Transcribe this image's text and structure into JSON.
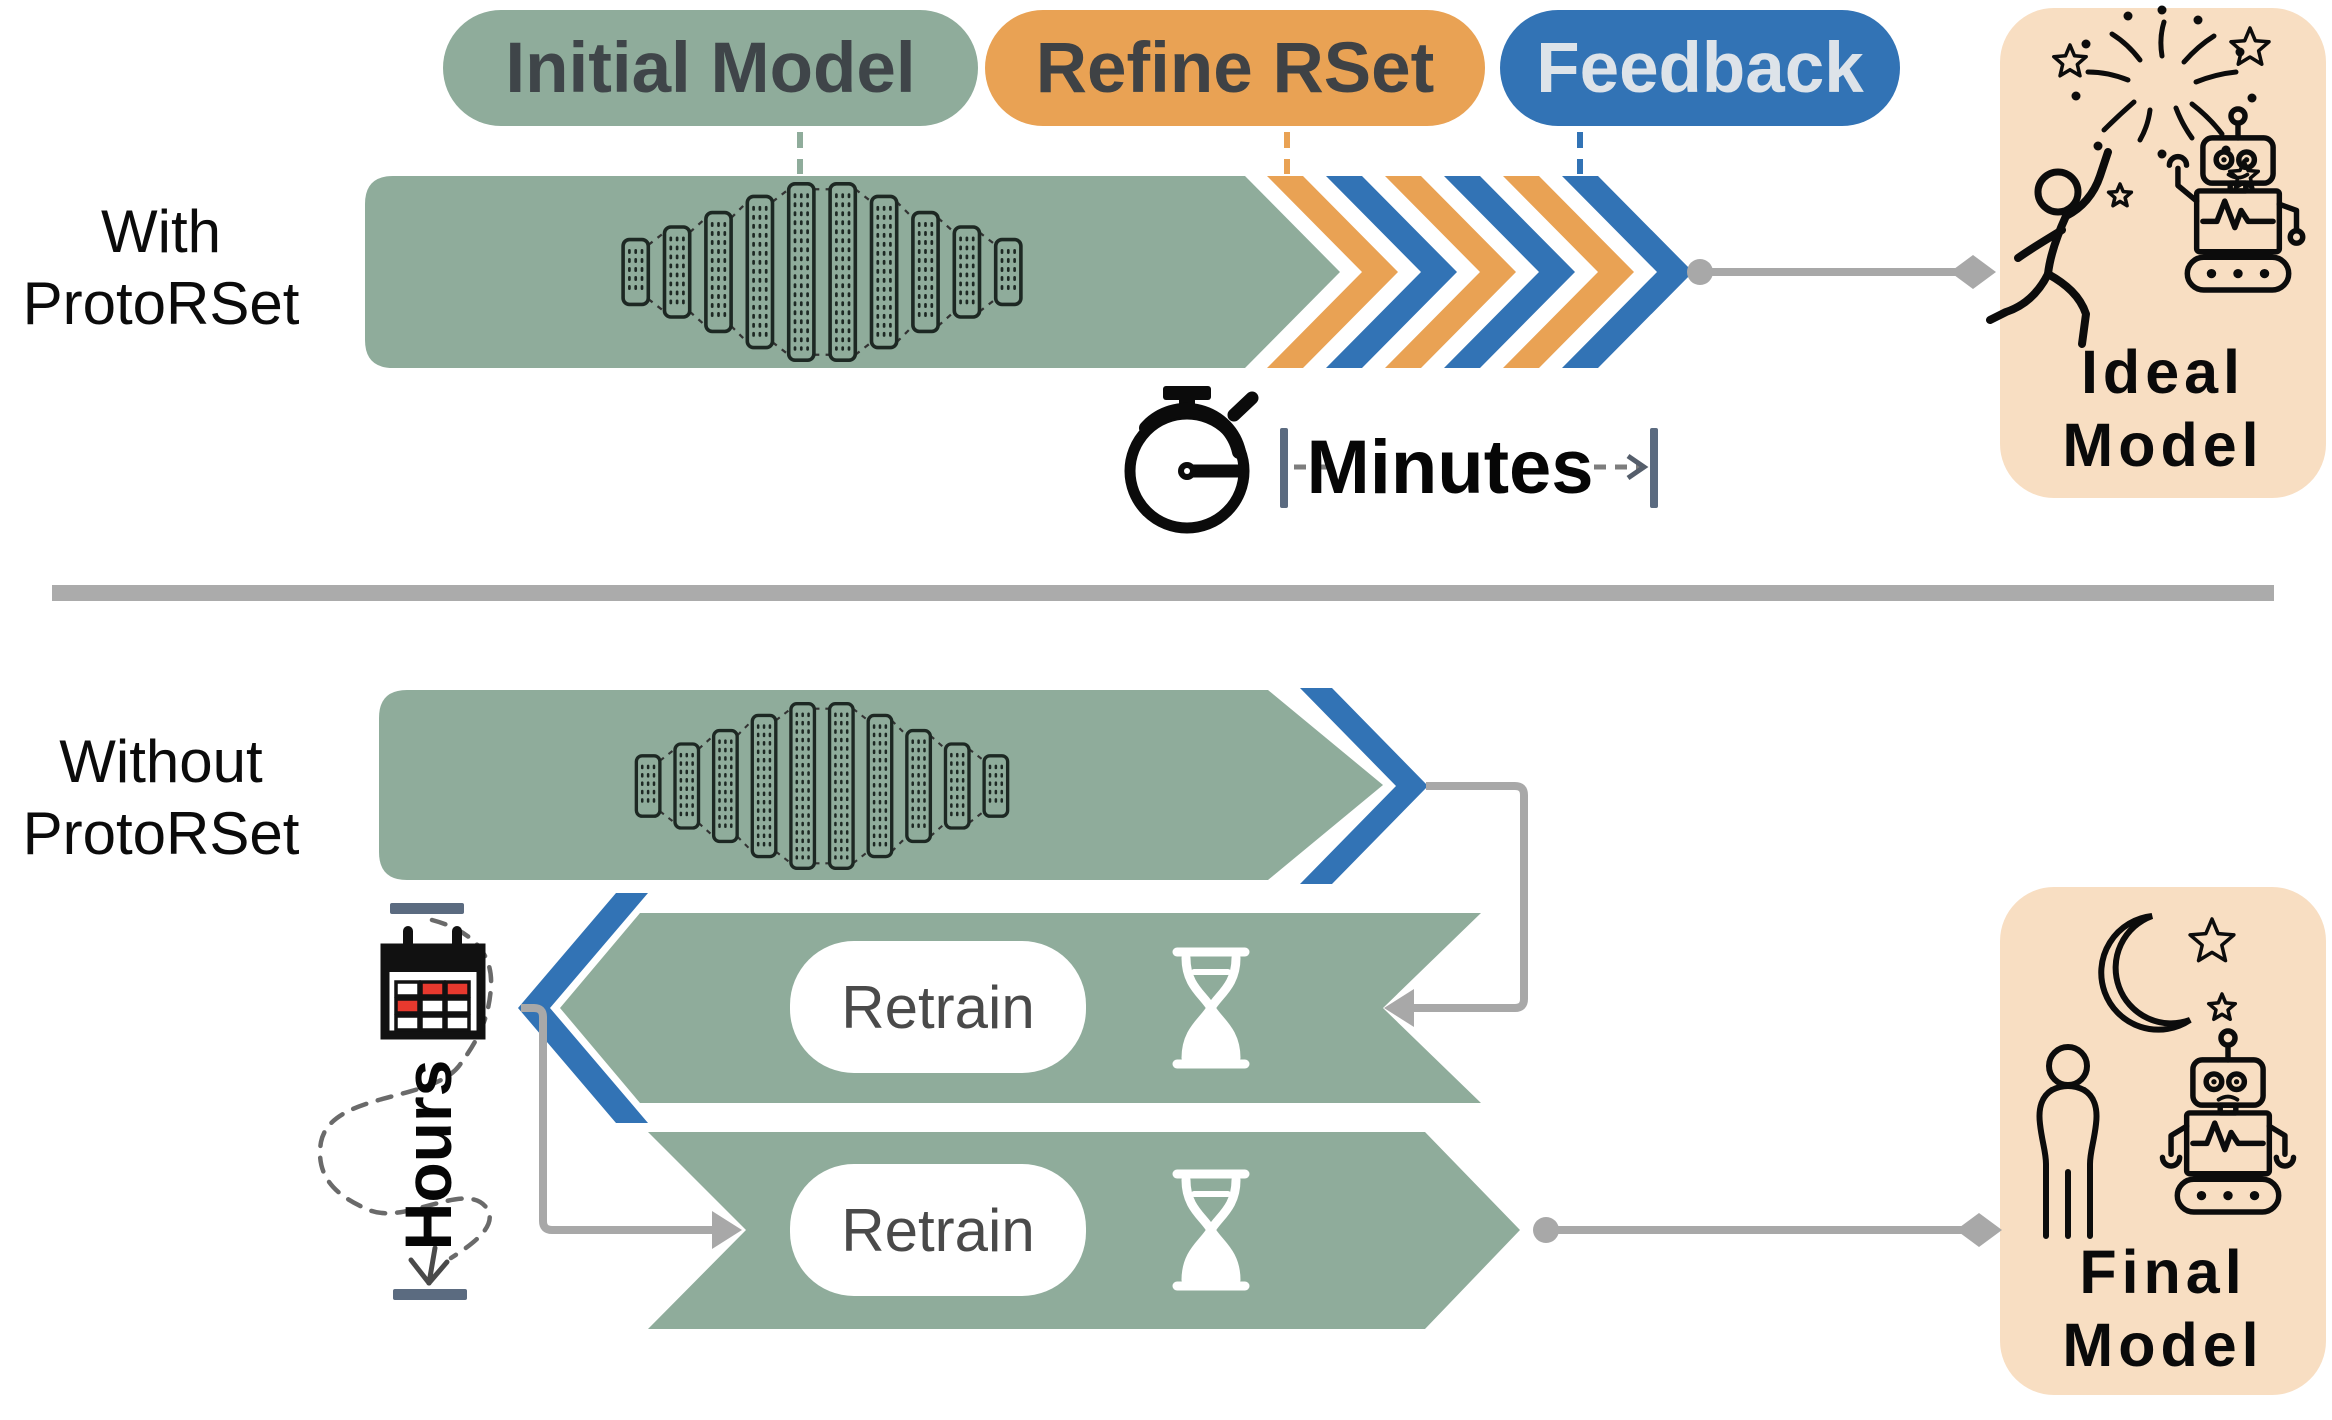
{
  "figure": {
    "type": "workflow-comparison-diagram",
    "divider": true
  },
  "pills": {
    "initial": "Initial Model",
    "refine": "Refine RSet",
    "feedback": "Feedback"
  },
  "row_with": {
    "line1": "With",
    "line2": "ProtoRSet",
    "duration": "Minutes",
    "result_line1": "Ideal",
    "result_line2": "Model"
  },
  "row_without": {
    "line1": "Without",
    "line2": "ProtoRSet",
    "duration": "Hours",
    "retrain": "Retrain",
    "result_line1": "Final",
    "result_line2": "Model"
  },
  "icons": [
    "neural-network-icon",
    "stopwatch-icon",
    "fireworks-icon",
    "celebrating-person-icon",
    "happy-robot-icon",
    "calendar-icon",
    "hourglass-icon",
    "crescent-moon-icon",
    "standing-person-icon",
    "sad-robot-icon"
  ],
  "colors": {
    "green": "#8FAC9B",
    "orange": "#E9A254",
    "blue": "#3273B5",
    "peach": "#F8DEC2",
    "connector_gray": "#A8A8A8",
    "divider_gray": "#ABABAB",
    "tick_slate": "#5B6B80",
    "calendar_red": "#E8392E",
    "icon_ink": "#0c0c0c"
  }
}
